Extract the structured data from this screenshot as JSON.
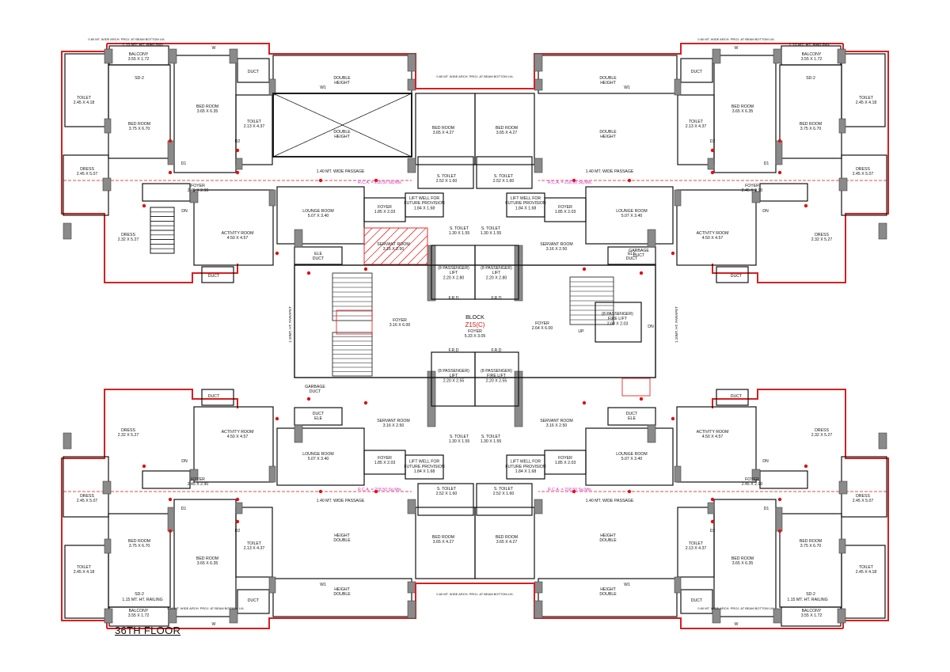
{
  "drawing": {
    "title": "36TH FLOOR",
    "block_name": "BLOCK",
    "block_code": "Z15(C)",
    "colors": {
      "outline": "#d42020",
      "wall": "#111111",
      "column": "#8a8a8a",
      "door": "#e01010",
      "rca_text": "#d02bd0",
      "hatch": "#e03030",
      "dim": "#555555"
    }
  },
  "rooms": [
    {
      "id": "bal-tl",
      "label": "BALCONY",
      "size": "3.55 X 1.72"
    },
    {
      "id": "rail-tl",
      "label": "1.15 MT. HT. RAILING",
      "size": ""
    },
    {
      "id": "toilet-tl",
      "label": "TOILET",
      "size": "2.45 X 4.18"
    },
    {
      "id": "bed-tl-a",
      "label": "BED ROOM",
      "size": "3.75 X 6.70"
    },
    {
      "id": "bed-tl-b",
      "label": "BED ROOM",
      "size": "3.65 X 6.35"
    },
    {
      "id": "toilet2-tl",
      "label": "TOILET",
      "size": "2.13 X 4.37"
    },
    {
      "id": "dress-tl",
      "label": "DRESS",
      "size": "2.45 X 5.07"
    },
    {
      "id": "foyer-tl",
      "label": "FOYER",
      "size": "2.45 X 2.90"
    },
    {
      "id": "dress2-tl",
      "label": "DRESS",
      "size": "2.32 X 5.27"
    },
    {
      "id": "act-tl",
      "label": "ACTIVITY ROOM",
      "size": "4.50 X 4.57"
    },
    {
      "id": "lounge-tl",
      "label": "LOUNGE ROOM",
      "size": "5.07 X 3.40"
    },
    {
      "id": "foyer2-tl",
      "label": "FOYER",
      "size": "1.85 X 2.03"
    },
    {
      "id": "lift-tl",
      "label": "LIFT WELL FOR FUTURE PROVISION",
      "size": "1.84 X 1.68"
    },
    {
      "id": "servant-tl",
      "label": "SERVANT ROOM",
      "size": "3.16 X 2.50"
    },
    {
      "id": "bed-tc-a",
      "label": "BED ROOM",
      "size": "3.65 X 4.27"
    },
    {
      "id": "bed-tc-b",
      "label": "BED ROOM",
      "size": "3.65 X 4.27"
    },
    {
      "id": "stoilet-tc-a",
      "label": "S. TOILET",
      "size": "2.52 X 1.60"
    },
    {
      "id": "stoilet-tc-b",
      "label": "S. TOILET",
      "size": "2.52 X 1.60"
    },
    {
      "id": "stoilet-tc-c",
      "label": "S. TOILET",
      "size": "1.30 X 1.55"
    },
    {
      "id": "dh-tl",
      "label": "DOUBLE HEIGHT",
      "size": ""
    },
    {
      "id": "passage-tl",
      "label": "1.40 MT. WIDE PASSAGE",
      "size": ""
    },
    {
      "id": "pass-lift-a",
      "label": "(8 PASSENGER) LIFT",
      "size": "2.20 X 2.80"
    },
    {
      "id": "pass-lift-b",
      "label": "(8 PASSENGER) LIFT",
      "size": "2.20 X 2.80"
    },
    {
      "id": "fire-lift",
      "label": "(8 PASSENGER) FIRE LIFT",
      "size": "2.00 X 2.03"
    },
    {
      "id": "foyer-cl",
      "label": "FOYER",
      "size": "3.16 X 6.00"
    },
    {
      "id": "foyer-cc",
      "label": "FOYER",
      "size": "5.33 X 3.05"
    },
    {
      "id": "foyer-cr",
      "label": "FOYER",
      "size": "2.64 X 6.00"
    },
    {
      "id": "pass-lift-c",
      "label": "(8 PASSENGER) LIFT",
      "size": "2.20 X 2.55"
    },
    {
      "id": "fire-lift-b",
      "label": "(8 PASSENGER) FIRE LIFT",
      "size": "2.20 X 2.55"
    },
    {
      "id": "ele-duct",
      "label": "ELE DUCT",
      "size": ""
    },
    {
      "id": "garbage-duct",
      "label": "GARBAGE DUCT",
      "size": ""
    },
    {
      "id": "duct",
      "label": "DUCT",
      "size": ""
    }
  ],
  "labels": {
    "rca_1": "R.C.A. = 218.50 Sq.Mts.",
    "top_chhajja": "0.60 MT. WIDE ARCH. PROJ. AT BEAM BOTTOM LVL",
    "center_chhajja": "0.60 MT. WIDE ARCH. PROJ. AT BEAM BOTTOM LVL",
    "left_parapet": "1.10MT. HT. PARAPET",
    "sd2": "SD-2",
    "dn": "DN",
    "up": "UP",
    "frd": "F.R.D",
    "door_d1": "D1",
    "door_d2": "D2",
    "window_w": "W",
    "window_w1": "W1"
  }
}
